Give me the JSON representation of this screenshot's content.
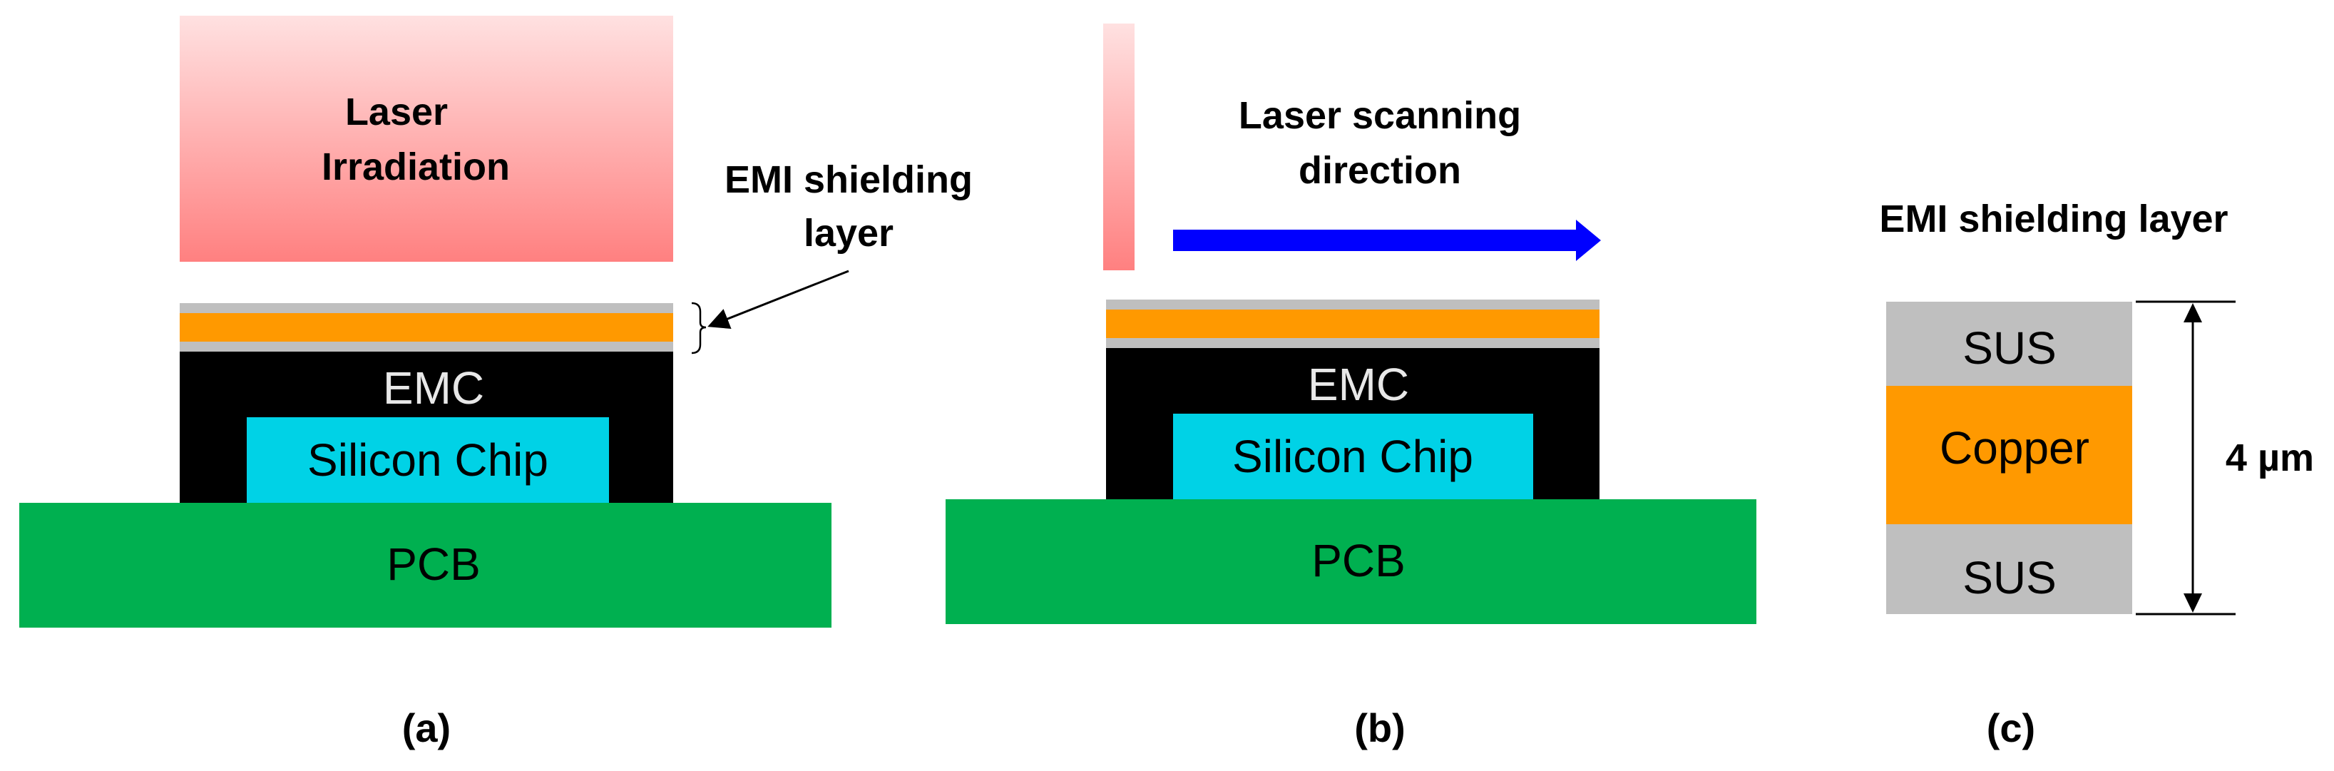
{
  "panel_a": {
    "laser_line1": "Laser",
    "laser_line2": "Irradiation",
    "emi_line1": "EMI shielding",
    "emi_line2": "layer",
    "emc": "EMC",
    "chip": "Silicon Chip",
    "pcb": "PCB",
    "caption": "(a)"
  },
  "panel_b": {
    "scan_line1": "Laser scanning",
    "scan_line2": "direction",
    "emc": "EMC",
    "chip": "Silicon Chip",
    "pcb": "PCB",
    "caption": "(b)"
  },
  "panel_c": {
    "title": "EMI shielding layer",
    "top": "SUS",
    "middle": "Copper",
    "bottom": "SUS",
    "thickness": "4 µm",
    "caption": "(c)"
  },
  "colors": {
    "pcb": "#00b050",
    "chip": "#00d2e6",
    "emc": "#000000",
    "sus": "#bfbfbf",
    "copper": "#ff9900",
    "arrow": "#0000ff",
    "laser_light": "#ffe1e1",
    "laser_dark": "#ff8080"
  }
}
